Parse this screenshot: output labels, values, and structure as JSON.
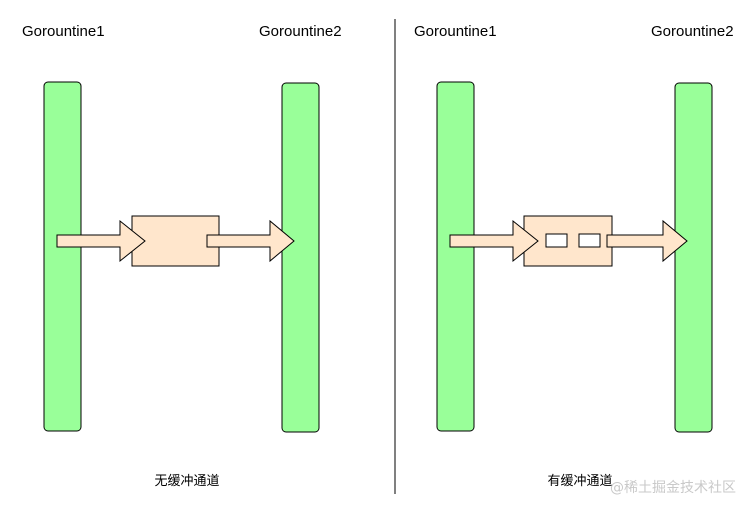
{
  "colors": {
    "goroutine_bar": "#99ff99",
    "channel_fill": "#ffe6cc",
    "slot_fill": "#ffffff",
    "outline": "#000000",
    "watermark": "#c9c9c9"
  },
  "left_panel": {
    "sender_label": "Gorountine1",
    "receiver_label": "Gorountine2",
    "caption": "无缓冲通道",
    "buffer_slots": 0
  },
  "right_panel": {
    "sender_label": "Gorountine1",
    "receiver_label": "Gorountine2",
    "caption": "有缓冲通道",
    "buffer_slots": 2
  },
  "watermark": "@稀土掘金技术社区"
}
